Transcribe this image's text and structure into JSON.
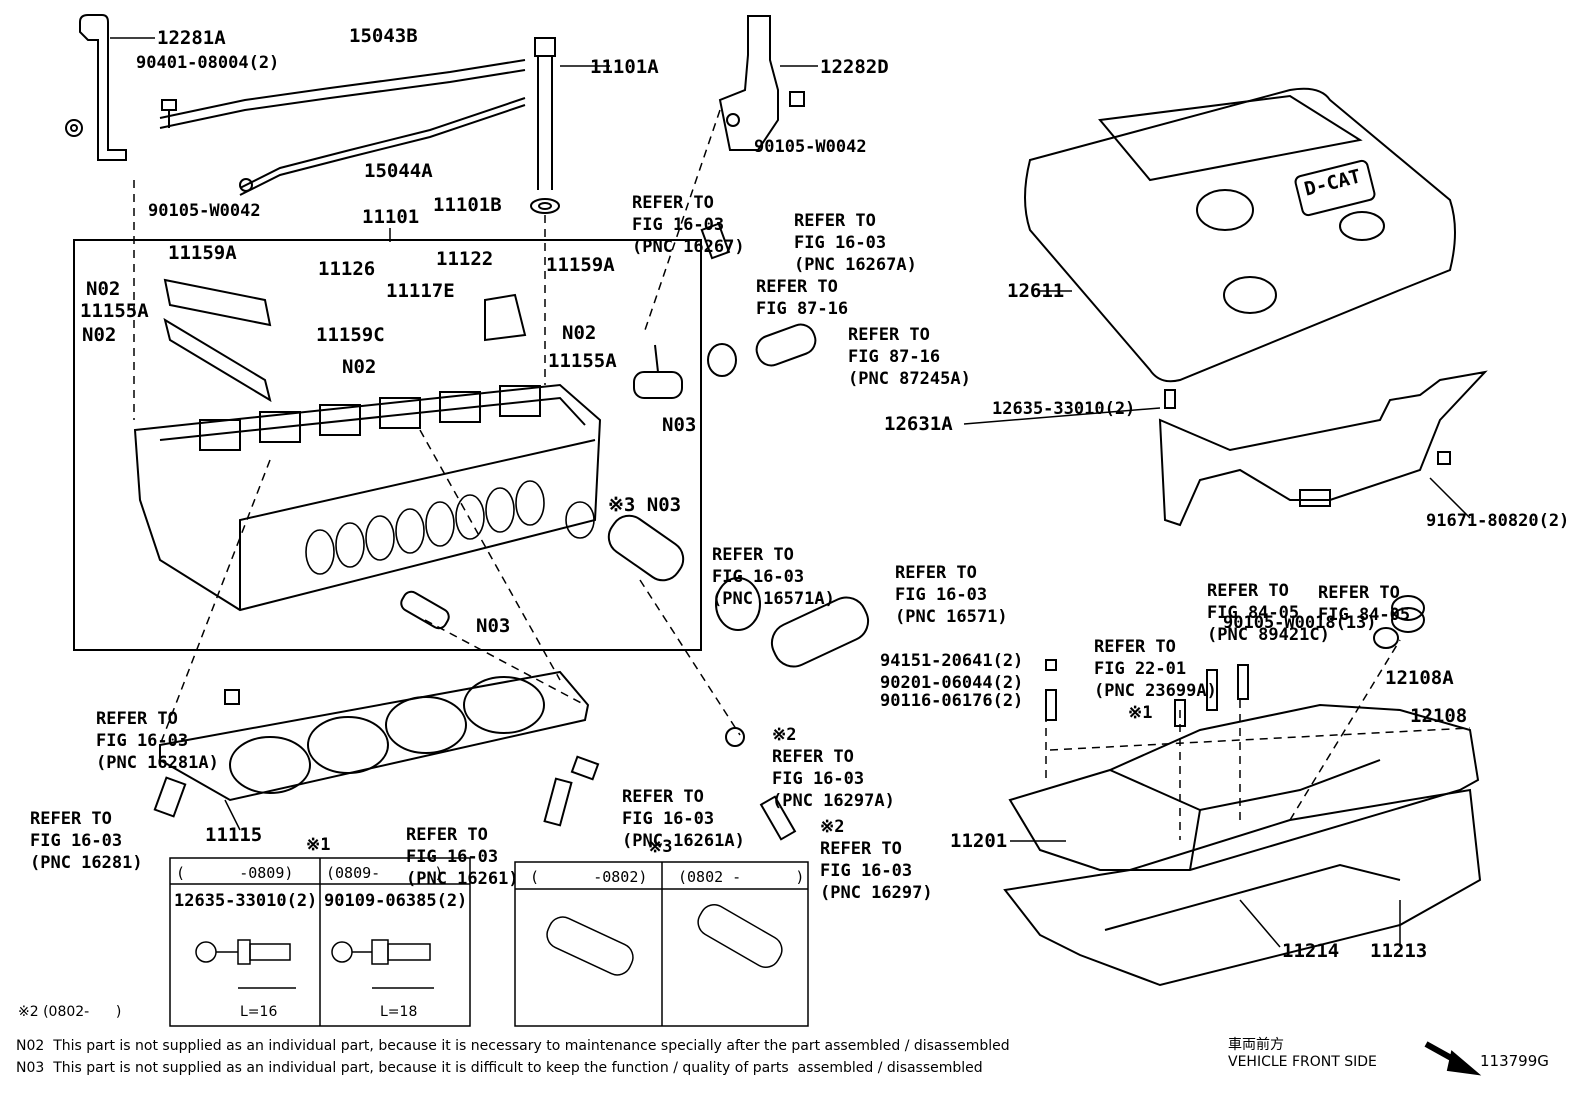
{
  "diagram_id": "113799G",
  "refs": {
    "r16267": [
      "REFER TO",
      "FIG 16-03",
      "(PNC 16267)"
    ],
    "r16267a": [
      "REFER TO",
      "FIG 16-03",
      "(PNC 16267A)"
    ],
    "r8716a": [
      "REFER TO",
      "FIG 87-16"
    ],
    "r87245": [
      "REFER TO",
      "FIG 87-16",
      "(PNC 87245A)"
    ],
    "r16571a": [
      "REFER TO",
      "FIG 16-03",
      "(PNC 16571A)"
    ],
    "r16571": [
      "REFER TO",
      "FIG 16-03",
      "(PNC 16571)"
    ],
    "r84a": [
      "REFER TO",
      "FIG 84-05",
      "(PNC 89421C)"
    ],
    "r84b": [
      "REFER TO",
      "FIG 84-05"
    ],
    "r23699": [
      "REFER TO",
      "FIG 22-01",
      "(PNC 23699A)"
    ],
    "r16281a": [
      "REFER TO",
      "FIG 16-03",
      "(PNC 16281A)"
    ],
    "r16281": [
      "REFER TO",
      "FIG 16-03",
      "(PNC 16281)"
    ],
    "r16297a": [
      "※2",
      "REFER TO",
      "FIG 16-03",
      "(PNC 16297A)"
    ],
    "r16261a": [
      "REFER TO",
      "FIG 16-03",
      "(PNC 16261A)"
    ],
    "r16261": [
      "REFER TO",
      "FIG 16-03",
      "(PNC 16261)"
    ],
    "r16297": [
      "※2",
      "REFER TO",
      "FIG 16-03",
      "(PNC 16297)"
    ]
  },
  "parts": {
    "p12281a": "12281A",
    "p9040108004": "90401-08004(2)",
    "p15043b": "15043B",
    "p15044a": "15044A",
    "p90105w0042a": "90105-W0042",
    "p11101a": "11101A",
    "p11101b": "11101B",
    "p11101": "11101",
    "p12282d": "12282D",
    "p90105w0042b": "90105-W0042",
    "p11159a1": "11159A",
    "p11159a2": "11159A",
    "p11126": "11126",
    "p11122": "11122",
    "p11117e": "11117E",
    "p11159c": "11159C",
    "p11155a1": "11155A",
    "p11155a2": "11155A",
    "n02a": "N02",
    "n02b": "N02",
    "n02c": "N02",
    "n02d": "N02",
    "n03a": "N03",
    "n03b": "※3 N03",
    "n03c": "N03",
    "p12611": "12611",
    "p12631a": "12631A",
    "p1263533010": "12635-33010(2)",
    "p9167180820": "91671-80820(2)",
    "p90105w0018": "90105-W0018(13)",
    "p12108a": "12108A",
    "p12108": "12108",
    "p9415120641": "94151-20641(2)",
    "p9020106044": "90201-06044(2)",
    "p9011606176": "90116-06176(2)",
    "p11201": "11201",
    "p11214": "11214",
    "p11213": "11213",
    "p11115": "11115",
    "star1": "※1"
  },
  "table1": {
    "title": "※1",
    "col1_range": "(      -0809)",
    "col2_range": "(0809-      )",
    "col1_part": "12635-33010(2)",
    "col2_part": "90109-06385(2)",
    "col1_len": "L=16",
    "col2_len": "L=18"
  },
  "table2": {
    "title": "※3",
    "col1_range": "(      -0802)",
    "col2_range": "(0802 -      )"
  },
  "star2_note": "※2 (0802-      )",
  "notes": {
    "n02": "N02  This part is not supplied as an individual part, because it is necessary to maintenance specially after the part assembled / disassembled",
    "n03": "N03  This part is not supplied as an individual part, because it is difficult to keep the function / quality of parts  assembled / disassembled"
  },
  "front_jp": "車両前方",
  "front_en": "VEHICLE FRONT SIDE",
  "cover_logo": "D-CAT"
}
